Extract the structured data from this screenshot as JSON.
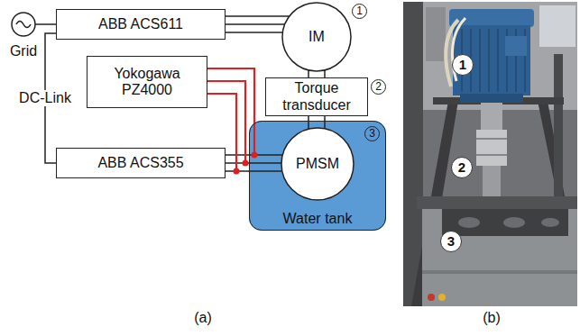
{
  "diagram": {
    "nodes": [
      {
        "text": [
          "Grid"
        ]
      },
      {
        "text": [
          "ABB ACS611"
        ]
      },
      {
        "text": [
          "IM"
        ]
      },
      {
        "text": [
          "Yokogawa PZ4000"
        ]
      },
      {
        "text": [
          "Torque transducer"
        ]
      },
      {
        "text": [
          "Water tank"
        ]
      },
      {
        "text": [
          "PMSM"
        ],
        "in": 5
      },
      {
        "text": [
          "ABB ACS355"
        ]
      }
    ],
    "edges": [
      {
        "from": 0,
        "to": 1,
        "arrow": "none"
      },
      {
        "from": 1,
        "to": 2,
        "arrow": "none"
      },
      {
        "from": 2,
        "to": 4,
        "arrow": "none"
      },
      {
        "from": 4,
        "to": 6,
        "arrow": "none"
      },
      {
        "from": 1,
        "to": 7,
        "label": "DC-Link",
        "arrow": "none"
      },
      {
        "from": 7,
        "to": 6,
        "arrow": "none"
      }
    ],
    "labels": [
      "1",
      "2",
      "3",
      "1",
      "2",
      "3",
      "(a)",
      "(b)"
    ]
  }
}
